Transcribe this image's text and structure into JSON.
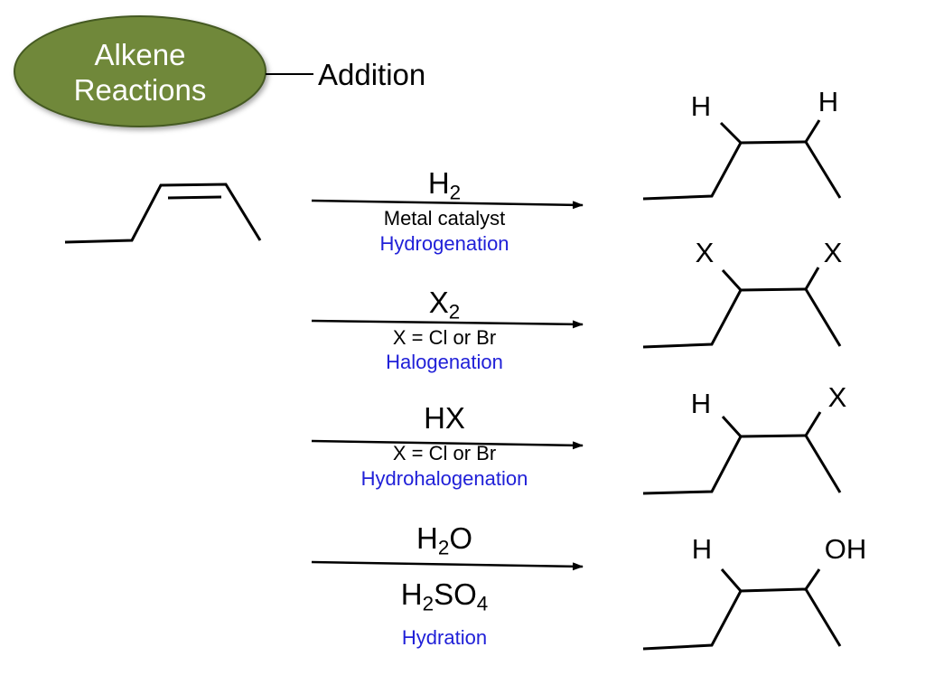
{
  "slide": {
    "title": "Alkene Reactions",
    "category": "Addition"
  },
  "reactions": [
    {
      "reagent": [
        "H",
        "2"
      ],
      "condition": "Metal catalyst",
      "name": "Hydrogenation",
      "product_labels": [
        "H",
        "H"
      ]
    },
    {
      "reagent": [
        "X",
        "2"
      ],
      "condition": "X = Cl or Br",
      "name": "Halogenation",
      "product_labels": [
        "X",
        "X"
      ]
    },
    {
      "reagent": [
        "HX"
      ],
      "condition": "X = Cl or Br",
      "name": "Hydrohalogenation",
      "product_labels": [
        "H",
        "X"
      ]
    },
    {
      "reagent": [
        "H",
        "2",
        "O"
      ],
      "condition": [
        "H",
        "2",
        "SO",
        "4"
      ],
      "name": "Hydration",
      "product_labels": [
        "H",
        "OH"
      ]
    }
  ],
  "colors": {
    "oval_fill": "#70883a",
    "oval_border": "#455a22",
    "title_text": "#ffffff",
    "reaction_name": "#2020d8",
    "text": "#000000"
  }
}
